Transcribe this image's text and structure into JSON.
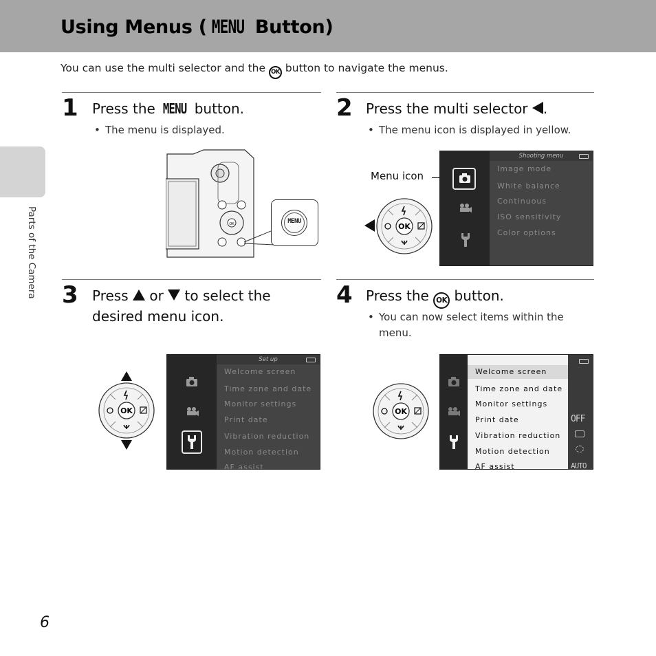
{
  "header": {
    "title_prefix": "Using Menus (",
    "title_menu_word": "MENU",
    "title_suffix": " Button)"
  },
  "intro": {
    "before": "You can use the multi selector and the ",
    "ok_glyph": "OK",
    "after": " button to navigate the menus."
  },
  "side_tab": {
    "label": "Parts of the Camera"
  },
  "page_number": "6",
  "steps": [
    {
      "number": "1",
      "title_before": "Press the ",
      "title_menu_word": "MENU",
      "title_after": " button.",
      "bullet": "The menu is displayed."
    },
    {
      "number": "2",
      "title_before": "Press the multi selector ",
      "title_after": ".",
      "bullet": "The menu icon is displayed in yellow."
    },
    {
      "number": "3",
      "title_line1_a": "Press ",
      "title_line1_b": " or ",
      "title_line1_c": " to select the",
      "title_line2": "desired menu icon."
    },
    {
      "number": "4",
      "title_before": "Press the ",
      "ok_glyph": "OK",
      "title_after": " button.",
      "bullet_line1": "You can now select items within the",
      "bullet_line2": "menu."
    }
  ],
  "bullet_symbol": "•",
  "camera_illustration": {
    "menu_button_label": "MENU"
  },
  "callout": {
    "menu_icon_label": "Menu icon"
  },
  "multi_selector": {
    "center_label": "OK"
  },
  "shooting_menu_screen": {
    "header": "Shooting menu",
    "items": [
      "Image mode",
      "White balance",
      "Continuous",
      "ISO sensitivity",
      "Color options"
    ]
  },
  "setup_screen": {
    "header": "Set up",
    "items": [
      "Welcome screen",
      "Time zone and date",
      "Monitor settings",
      "Print date",
      "Vibration reduction",
      "Motion detection",
      "AF assist"
    ]
  },
  "setup_screen_active": {
    "items": [
      "Welcome screen",
      "Time zone and date",
      "Monitor settings",
      "Print date",
      "Vibration reduction",
      "Motion detection",
      "AF assist"
    ],
    "right_values": [
      "OFF",
      "AUTO"
    ]
  },
  "icons": {
    "camera": "camera-icon",
    "movie": "movie-camera-icon",
    "setup": "wrench-icon",
    "flash": "flash-icon",
    "self_timer": "self-timer-icon",
    "macro": "macro-flower-icon",
    "exposure": "exposure-compensation-icon"
  }
}
